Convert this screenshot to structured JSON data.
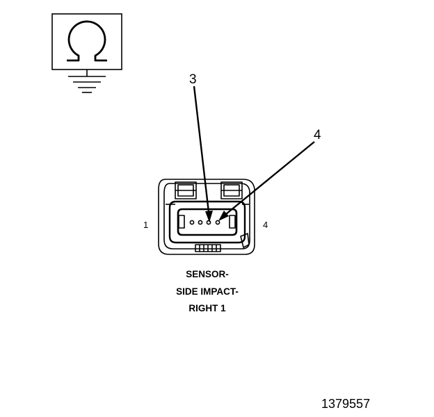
{
  "meter": {
    "icon": "ohmmeter-ground-icon",
    "symbol": "Ω"
  },
  "callouts": {
    "pin3": "3",
    "pin4": "4"
  },
  "connector": {
    "icon": "connector-face-icon",
    "pin_left": "1",
    "pin_right": "4"
  },
  "caption": {
    "line1": "SENSOR-",
    "line2": "SIDE IMPACT-",
    "line3": "RIGHT 1"
  },
  "figure_id": "1379557",
  "colors": {
    "ink": "#000000",
    "background": "#ffffff"
  }
}
